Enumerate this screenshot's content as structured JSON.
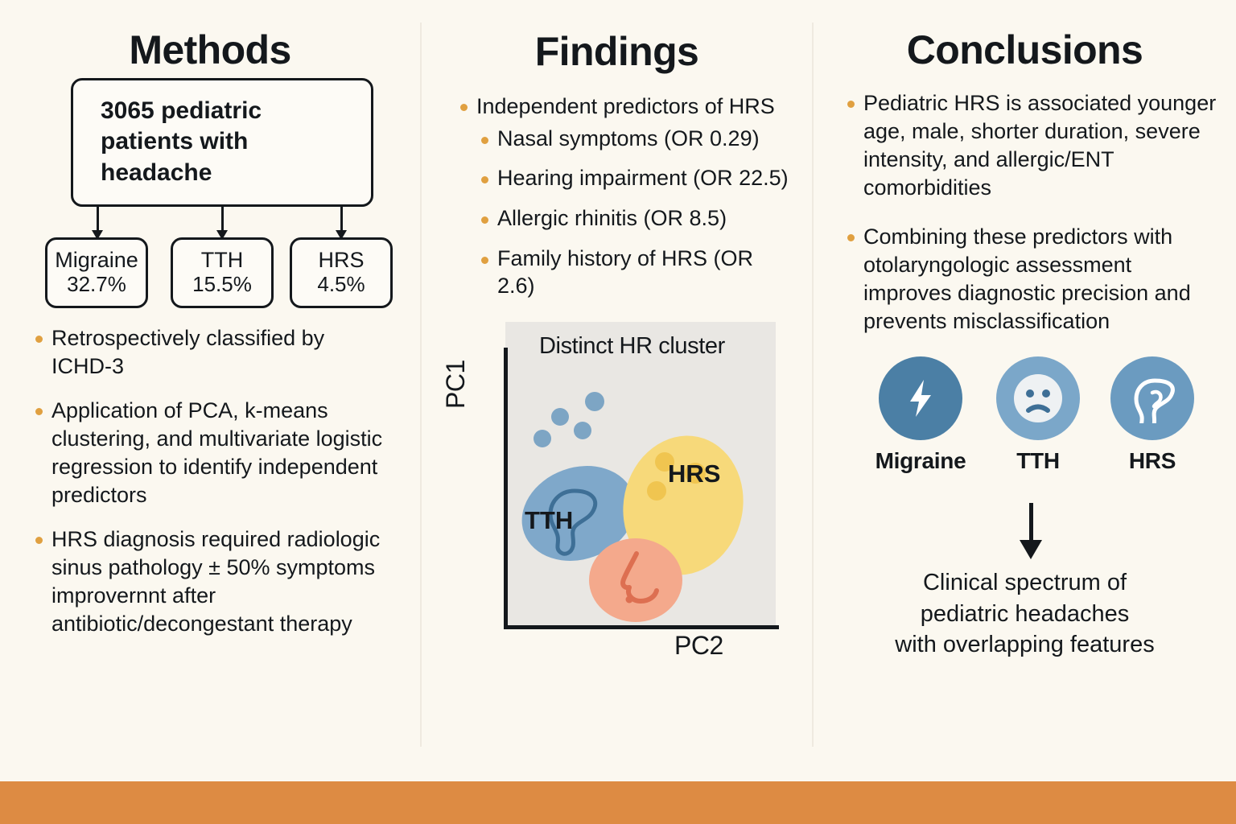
{
  "colors": {
    "background": "#fbf8f0",
    "accent_bar": "#dd8b43",
    "bullet": "#e0a040",
    "cluster_tth": "#7fa8ca",
    "cluster_hrs": "#f7d97a",
    "cluster_nose": "#f4a98c",
    "icon_migraine": "#4b7fa5",
    "icon_tth": "#7ba7c9",
    "icon_hrs": "#6b9bc0",
    "text": "#14181c"
  },
  "methods": {
    "title": "Methods",
    "flow": {
      "root": "3065 pediatric patients with headache",
      "leaves": [
        {
          "name": "Migraine",
          "value": "32.7%"
        },
        {
          "name": "TTH",
          "value": "15.5%"
        },
        {
          "name": "HRS",
          "value": "4.5%"
        }
      ]
    },
    "bullets": [
      "Retrospectively classified by ICHD-3",
      "Application of PCA, k-means clustering, and multivariate logistic regression to identify independent predictors",
      "HRS diagnosis required radiologic sinus pathology ± 50% symptoms improvernnt after antibiotic/decongestant therapy"
    ]
  },
  "findings": {
    "title": "Findings",
    "bullet_main": "Independent predictors of HRS",
    "sub_bullets": [
      "Nasal symptoms (OR 0.29)",
      "Hearing impairment (OR 22.5)",
      "Allergic rhinitis (OR 8.5)",
      "Family history of HRS (OR 2.6)"
    ],
    "chart_data": {
      "type": "scatter",
      "title": "Distinct HR cluster",
      "xlabel": "PC2",
      "ylabel": "PC1",
      "grid": false,
      "legend": "in-plot cluster labels",
      "clusters": [
        {
          "name": "TTH",
          "color": "#7fa8ca",
          "icon": "ear-icon",
          "label_position": "below-left",
          "center": [
            0.26,
            0.46
          ],
          "rx": 0.21,
          "ry": 0.16,
          "rotation": -20
        },
        {
          "name": "HRS",
          "color": "#f7d97a",
          "icon": "none",
          "label_position": "inside-lower-right",
          "center": [
            0.64,
            0.44
          ],
          "rx": 0.2,
          "ry": 0.23,
          "rotation": 12,
          "points": [
            [
              0.58,
              0.3
            ],
            [
              0.68,
              0.34
            ],
            [
              0.55,
              0.4
            ]
          ]
        },
        {
          "name": "nasal",
          "color": "#f4a98c",
          "icon": "nose-icon",
          "label_position": "none",
          "center": [
            0.51,
            0.75
          ],
          "rx": 0.16,
          "ry": 0.14,
          "rotation": 0
        }
      ],
      "scatter_points": [
        {
          "x": 0.2,
          "y": 0.22,
          "color": "#7da5c4"
        },
        {
          "x": 0.33,
          "y": 0.16,
          "color": "#7da5c4"
        },
        {
          "x": 0.29,
          "y": 0.28,
          "color": "#7da5c4"
        },
        {
          "x": 0.13,
          "y": 0.31,
          "color": "#7da5c4"
        }
      ]
    }
  },
  "conclusions": {
    "title": "Conclusions",
    "bullets": [
      "Pediatric HRS is associated younger age, male, shorter duration, severe intensity, and allergic/ENT comorbidities",
      "Combining these predictors with otolaryngologic assessment improves diagnostic precision and prevents misclassification"
    ],
    "icons": [
      {
        "caption": "Migraine",
        "icon": "lightning-bolt-icon",
        "circle_color": "#4b7fa5"
      },
      {
        "caption": "TTH",
        "icon": "sad-face-icon",
        "circle_color": "#7ba7c9"
      },
      {
        "caption": "HRS",
        "icon": "ear-icon",
        "circle_color": "#6b9bc0"
      }
    ],
    "summary_lines": [
      "Clinical spectrum of",
      "pediatric headaches",
      "with overlapping features"
    ]
  }
}
